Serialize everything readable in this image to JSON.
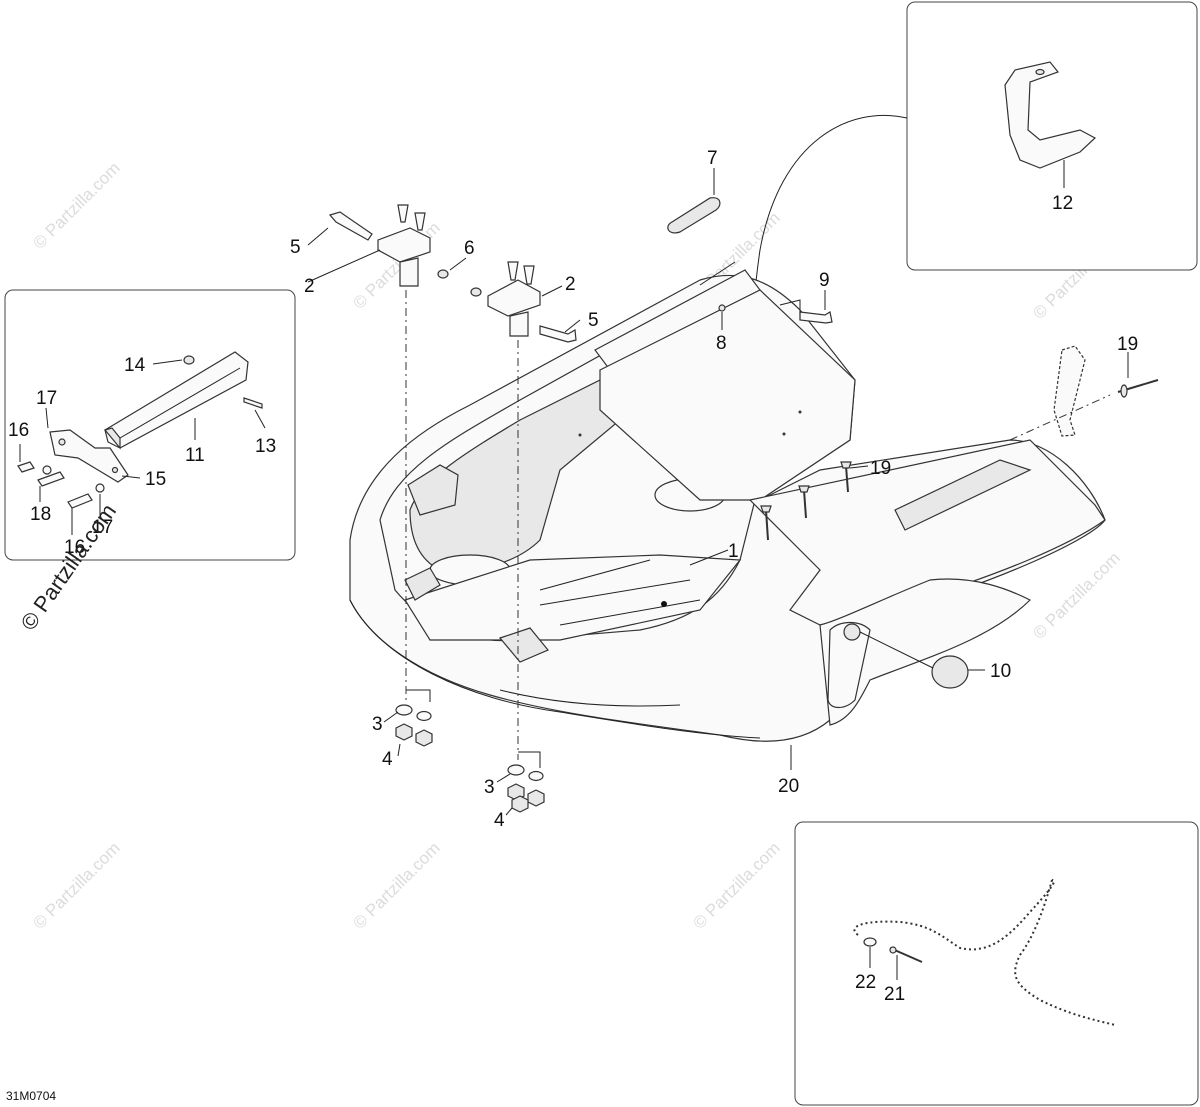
{
  "diagram_code": "31M0704",
  "watermark": {
    "repeat": "© Partzilla.com",
    "main": "© Partzilla.com"
  },
  "callouts": {
    "c1": "1",
    "c2a": "2",
    "c2b": "2",
    "c3a": "3",
    "c3b": "3",
    "c4a": "4",
    "c4b": "4",
    "c5a": "5",
    "c5b": "5",
    "c6": "6",
    "c7": "7",
    "c8": "8",
    "c9": "9",
    "c10": "10",
    "c11": "11",
    "c12": "12",
    "c13": "13",
    "c14": "14",
    "c15": "15",
    "c16a": "16",
    "c16b": "16",
    "c17a": "17",
    "c17b": "17",
    "c18": "18",
    "c19a": "19",
    "c19b": "19",
    "c20": "20",
    "c21": "21",
    "c22": "22"
  }
}
